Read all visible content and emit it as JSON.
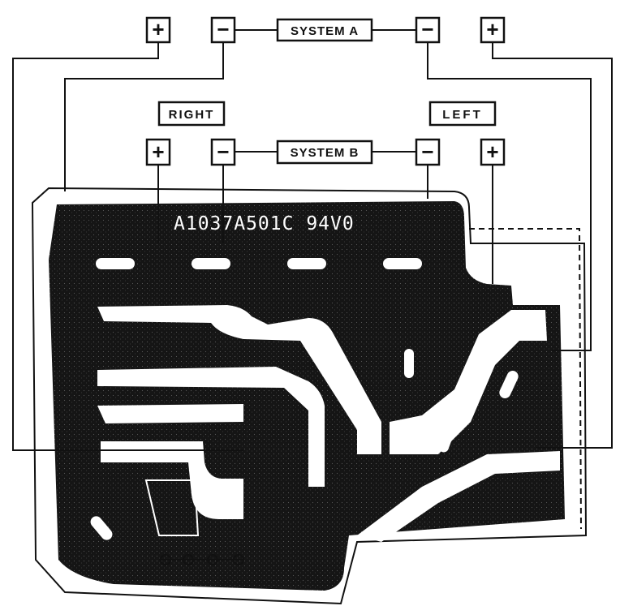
{
  "system_a": {
    "label": "SYSTEM A",
    "right_pos": "+",
    "right_neg": "−",
    "left_neg": "−",
    "left_pos": "+"
  },
  "system_b": {
    "label": "SYSTEM B",
    "right_pos": "+",
    "right_neg": "−",
    "left_neg": "−",
    "left_pos": "+"
  },
  "channels": {
    "right": "RIGHT",
    "left": "LEFT"
  },
  "board": {
    "marking": "A1037A501C   94V0"
  }
}
